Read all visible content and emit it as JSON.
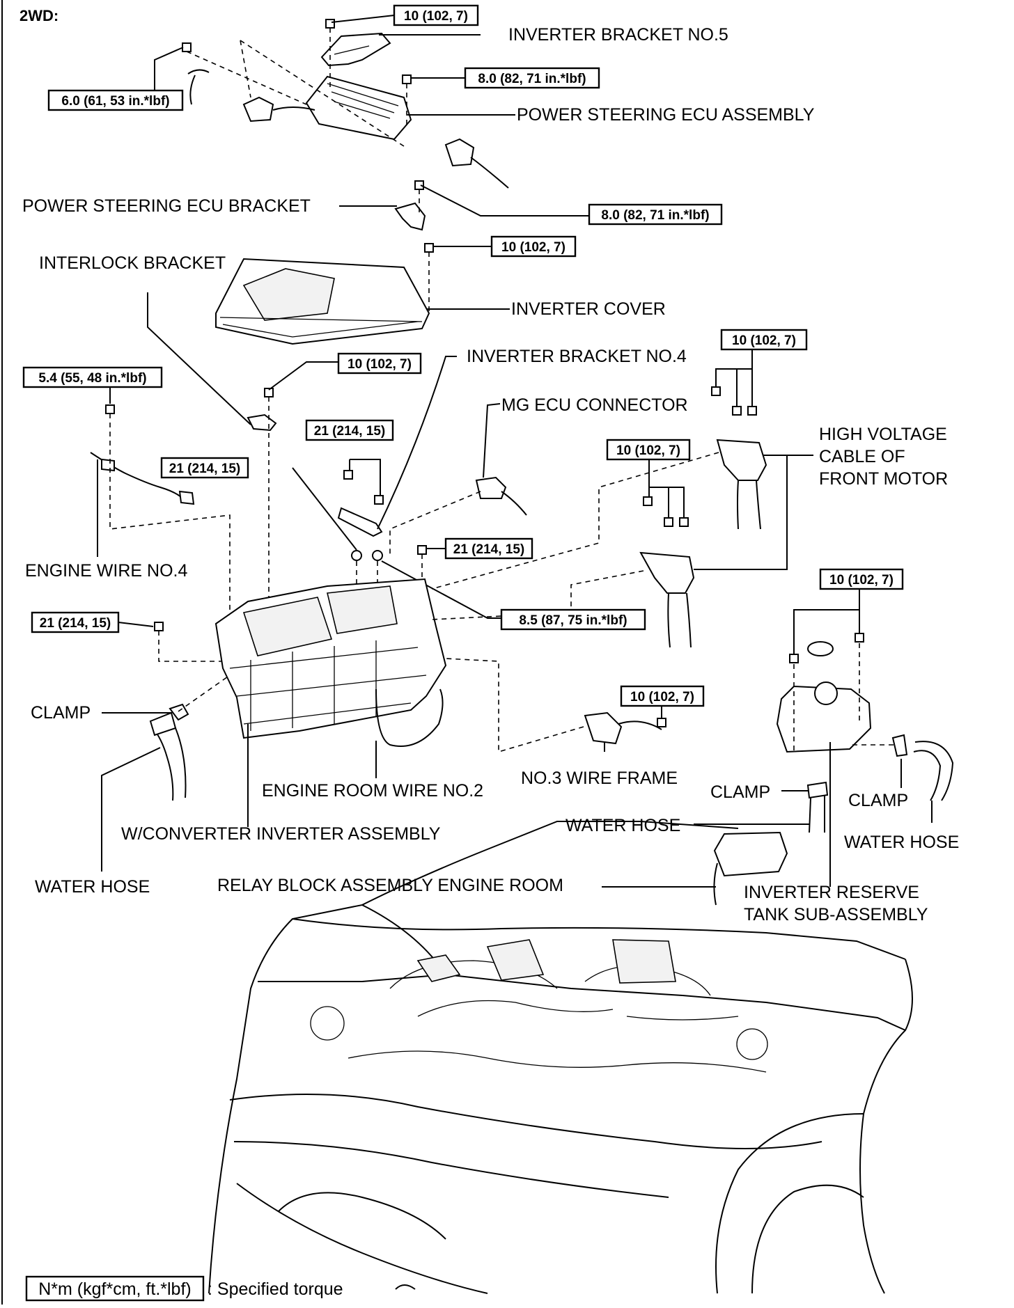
{
  "title": "2WD:",
  "labels": {
    "inverter_bracket_no5": "INVERTER BRACKET NO.5",
    "power_steering_ecu_assembly": "POWER STEERING ECU ASSEMBLY",
    "power_steering_ecu_bracket": "POWER STEERING ECU BRACKET",
    "interlock_bracket": "INTERLOCK BRACKET",
    "inverter_cover": "INVERTER COVER",
    "inverter_bracket_no4": "INVERTER BRACKET NO.4",
    "mg_ecu_connector": "MG ECU CONNECTOR",
    "hv_cable_line1": "HIGH VOLTAGE",
    "hv_cable_line2": "CABLE OF",
    "hv_cable_line3": "FRONT MOTOR",
    "engine_wire_no4": "ENGINE WIRE NO.4",
    "clamp_left": "CLAMP",
    "engine_room_wire_no2": "ENGINE ROOM WIRE NO.2",
    "no3_wire_frame": "NO.3 WIRE FRAME",
    "clamp_center": "CLAMP",
    "clamp_right": "CLAMP",
    "water_hose_center": "WATER HOSE",
    "water_hose_right": "WATER HOSE",
    "wconverter_inverter_assembly": "W/CONVERTER INVERTER ASSEMBLY",
    "water_hose_left": "WATER HOSE",
    "relay_block_assembly": "RELAY BLOCK ASSEMBLY ENGINE ROOM",
    "reserve_tank_line1": "INVERTER RESERVE",
    "reserve_tank_line2": "TANK SUB-ASSEMBLY"
  },
  "torques": {
    "t_bracket5": "10 (102, 7)",
    "t_ecu_connector": "6.0 (61, 53 in.*lbf)",
    "t_ecu_assembly": "8.0 (82, 71 in.*lbf)",
    "t_ecu_bracket": "8.0 (82, 71 in.*lbf)",
    "t_cover": "10 (102, 7)",
    "t_interlock": "10 (102, 7)",
    "t_engine_wire": "5.4 (55, 48 in.*lbf)",
    "t_bracket4": "21 (214, 15)",
    "t_nut_left": "21 (214, 15)",
    "t_nut_right": "21 (214, 15)",
    "t_nut_center": "8.5 (87, 75 in.*lbf)",
    "t_hv_upper": "10 (102, 7)",
    "t_hv_lower": "10 (102, 7)",
    "t_inverter_left": "21 (214, 15)",
    "t_tank": "10 (102, 7)",
    "t_wire_frame": "10 (102, 7)"
  },
  "legend": {
    "box": "N*m (kgf*cm, ft.*lbf)",
    "text": ": Specified torque"
  }
}
